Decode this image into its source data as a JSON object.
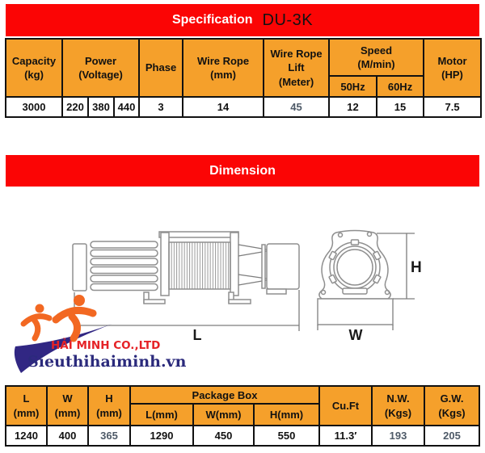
{
  "colors": {
    "bar_red": "#fb0505",
    "header_orange": "#f5a02b",
    "muted_value": "#4e5a68",
    "logo_orange": "#f26822",
    "logo_navy": "#312783",
    "logo_red": "#e52226"
  },
  "spec_header": {
    "title": "Specification",
    "model": "DU-3K"
  },
  "spec_table": {
    "headers": {
      "capacity_l1": "Capacity",
      "capacity_l2": "(kg)",
      "power_l1": "Power",
      "power_l2": "(Voltage)",
      "phase": "Phase",
      "wire_rope_l1": "Wire Rope",
      "wire_rope_l2": "(mm)",
      "lift_l1": "Wire Rope",
      "lift_l2": "Lift",
      "lift_l3": "(Meter)",
      "speed_l1": "Speed",
      "speed_l2": "(M/min)",
      "hz50": "50Hz",
      "hz60": "60Hz",
      "motor_l1": "Motor",
      "motor_l2": "(HP)"
    },
    "values": {
      "capacity": "3000",
      "voltage_220": "220",
      "voltage_380": "380",
      "voltage_440": "440",
      "phase": "3",
      "wire_rope": "14",
      "lift": "45",
      "speed_50hz": "12",
      "speed_60hz": "15",
      "motor": "7.5"
    }
  },
  "dimension_header": {
    "title": "Dimension"
  },
  "drawing": {
    "labels": {
      "length": "L",
      "width": "W",
      "height": "H"
    }
  },
  "logo": {
    "company": "HẢI MINH CO.,LTD",
    "website": "Sieuthihaiminh.vn"
  },
  "dim_table": {
    "headers": {
      "l_l1": "L",
      "l_l2": "(mm)",
      "w_l1": "W",
      "w_l2": "(mm)",
      "h_l1": "H",
      "h_l2": "(mm)",
      "package_box": "Package Box",
      "pkg_l": "L(mm)",
      "pkg_w": "W(mm)",
      "pkg_h": "H(mm)",
      "cuft": "Cu.Ft",
      "nw_l1": "N.W.",
      "nw_l2": "(Kgs)",
      "gw_l1": "G.W.",
      "gw_l2": "(Kgs)"
    },
    "values": {
      "l": "1240",
      "w": "400",
      "h": "365",
      "pkg_l": "1290",
      "pkg_w": "450",
      "pkg_h": "550",
      "cuft": "11.3′",
      "nw": "193",
      "gw": "205"
    }
  }
}
